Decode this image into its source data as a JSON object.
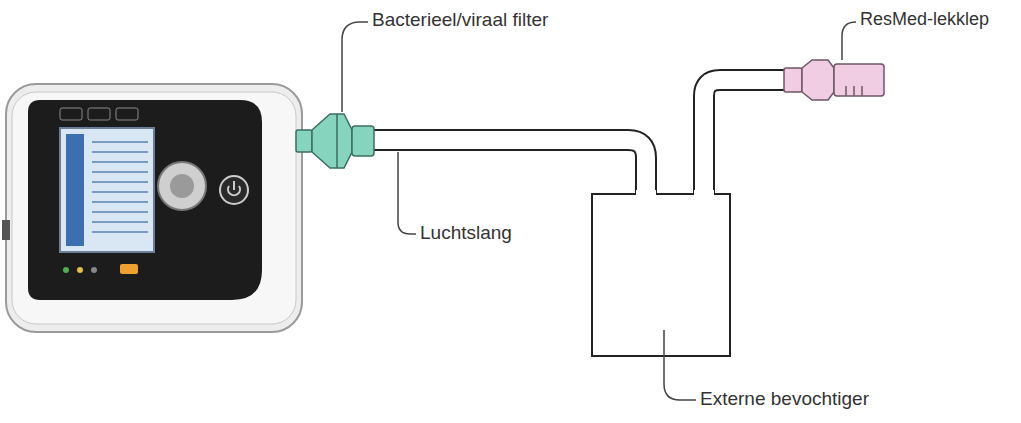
{
  "diagram": {
    "labels": [
      "Bacterieel/viraal filter",
      "ResMed-lekklep",
      "Luchtslang",
      "Externe bevochtiger"
    ]
  }
}
